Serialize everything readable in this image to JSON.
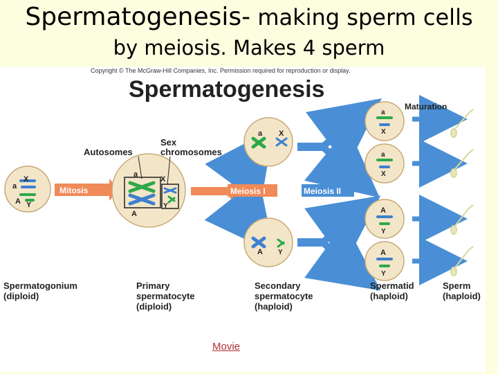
{
  "slide": {
    "title_main": "Spermatogenesis-",
    "title_rest": " making sperm cells",
    "subtitle": "by meiosis. Makes 4 sperm",
    "movie_link": "Movie"
  },
  "figure": {
    "copyright": "Copyright © The McGraw-Hill Companies, Inc. Permission required for reproduction or display.",
    "heading": "Spermatogenesis",
    "autosomes_label": "Autosomes",
    "sex_chromosomes_label_1": "Sex",
    "sex_chromosomes_label_2": "chromosomes",
    "mitosis_label": "Mitosis",
    "meiosis1_label": "Meiosis I",
    "meiosis2_label": "Meiosis II",
    "maturation_label": "Maturation",
    "allele_a": "a",
    "allele_A": "A",
    "chrom_X": "X",
    "chrom_Y": "Y",
    "stages": [
      {
        "line1": "Spermatogonium",
        "line2": "(diploid)",
        "line3": ""
      },
      {
        "line1": "Primary",
        "line2": "spermatocyte",
        "line3": "(diploid)"
      },
      {
        "line1": "Secondary",
        "line2": "spermatocyte",
        "line3": "(haploid)"
      },
      {
        "line1": "Spermatid",
        "line2": "(haploid)",
        "line3": ""
      },
      {
        "line1": "Sperm",
        "line2": "(haploid)",
        "line3": ""
      }
    ],
    "colors": {
      "cell_fill": "#f3e6c8",
      "cell_stroke": "#c8a878",
      "mitosis_arrow": "#f08a58",
      "meiosis_arrow": "#4a8fd6",
      "chrom_green": "#2fa84a",
      "chrom_blue": "#3e7fcf"
    }
  }
}
